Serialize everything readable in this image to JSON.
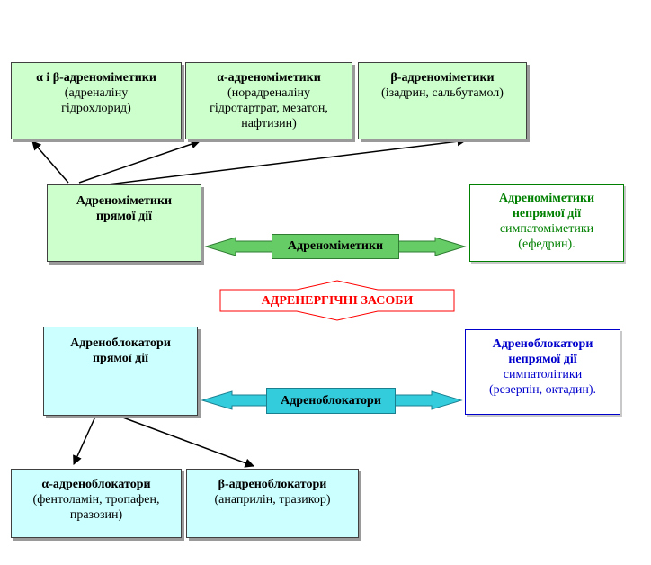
{
  "top_row": [
    {
      "title": "α і β-адреноміметики",
      "lines": [
        "(адреналіну",
        "гідрохлорид)"
      ]
    },
    {
      "title": "α-адреноміметики",
      "lines": [
        "(норадреналіну",
        "гідротартрат, мезатон,",
        "нафтизин)"
      ]
    },
    {
      "title": "β-адреноміметики",
      "lines": [
        "(ізадрин, сальбутамол)"
      ]
    }
  ],
  "direct_mimetics": {
    "line1": "Адреноміметики",
    "line2": "прямої дії"
  },
  "indirect_mimetics": {
    "line1": "Адреноміметики",
    "line2": "непрямої дії",
    "line3": "симпатоміметики",
    "line4": "(ефедрин)."
  },
  "mimetics_arrow_label": "Адреноміметики",
  "center_label": "АДРЕНЕРГІЧНІ ЗАСОБИ",
  "direct_blockers": {
    "line1": "Адреноблокатори",
    "line2": "прямої дії"
  },
  "indirect_blockers": {
    "line1": "Адреноблокатори",
    "line2": "непрямої дії",
    "line3": "симпатолітики",
    "line4": "(резерпін, октадин)."
  },
  "blockers_arrow_label": "Адреноблокатори",
  "bottom_row": [
    {
      "title": "α-адреноблокатори",
      "lines": [
        "(фентоламін, тропафен,",
        "празозин)"
      ]
    },
    {
      "title": "β-адреноблокатори",
      "lines": [
        "(анаприлін, тразикор)"
      ]
    }
  ],
  "colors": {
    "green_fill": "#ccffcc",
    "cyan_fill": "#ccffff",
    "green_text": "#008000",
    "blue_text": "#0000cc",
    "red_text": "#ff0000",
    "mimetics_arrow": "#66cc66",
    "blockers_arrow": "#33ccdd"
  }
}
